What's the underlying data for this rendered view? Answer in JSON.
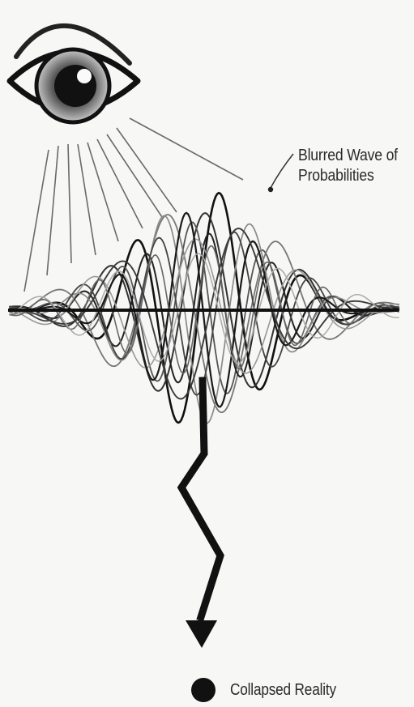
{
  "diagram": {
    "wave_label": {
      "line1": "Blurred Wave of",
      "line2": "Probabilities"
    },
    "reality_label": "Collapsed Reality"
  }
}
